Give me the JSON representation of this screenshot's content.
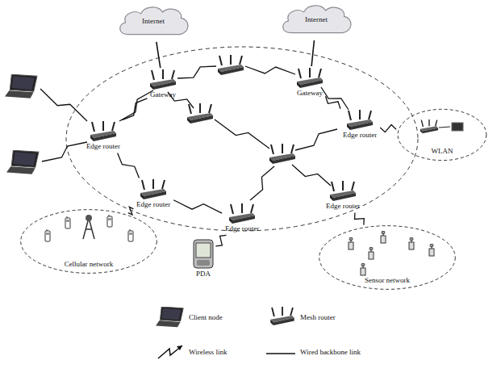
{
  "diagram": {
    "nodes": [
      {
        "text": [
          "Internet"
        ]
      },
      {
        "text": [
          "Internet"
        ]
      },
      {
        "text": [
          "Gateway"
        ]
      },
      {
        "text": [
          "Gateway"
        ]
      },
      {
        "text": [
          "Edge router"
        ]
      },
      {
        "text": [
          "Edge router"
        ]
      },
      {
        "text": [
          "Edge router"
        ]
      },
      {
        "text": [
          "Edge router"
        ]
      },
      {
        "text": [
          "Edge router"
        ]
      },
      {
        "text": [
          "WLAN"
        ]
      },
      {
        "text": [
          "Cellular network"
        ]
      },
      {
        "text": [
          "PDA"
        ]
      },
      {
        "text": [
          "Sensor network"
        ]
      }
    ],
    "edges": [
      {
        "from": 0,
        "to": 2,
        "arrow": "none"
      },
      {
        "from": 1,
        "to": 3,
        "arrow": "none"
      },
      {
        "from": 4,
        "to": 2,
        "arrow": "none"
      },
      {
        "from": 3,
        "to": 5,
        "arrow": "none"
      },
      {
        "from": 4,
        "to": 6,
        "arrow": "none"
      },
      {
        "from": 6,
        "to": 8,
        "arrow": "none"
      },
      {
        "from": 6,
        "to": 10,
        "arrow": "none"
      },
      {
        "from": 8,
        "to": 11,
        "arrow": "none"
      },
      {
        "from": 7,
        "to": 12,
        "arrow": "none"
      },
      {
        "from": 5,
        "to": 9,
        "arrow": "none"
      }
    ],
    "legend": [
      {
        "text": "Client node"
      },
      {
        "text": "Mesh router"
      },
      {
        "text": "Wireless link"
      },
      {
        "text": "Wired backbone link"
      }
    ]
  }
}
